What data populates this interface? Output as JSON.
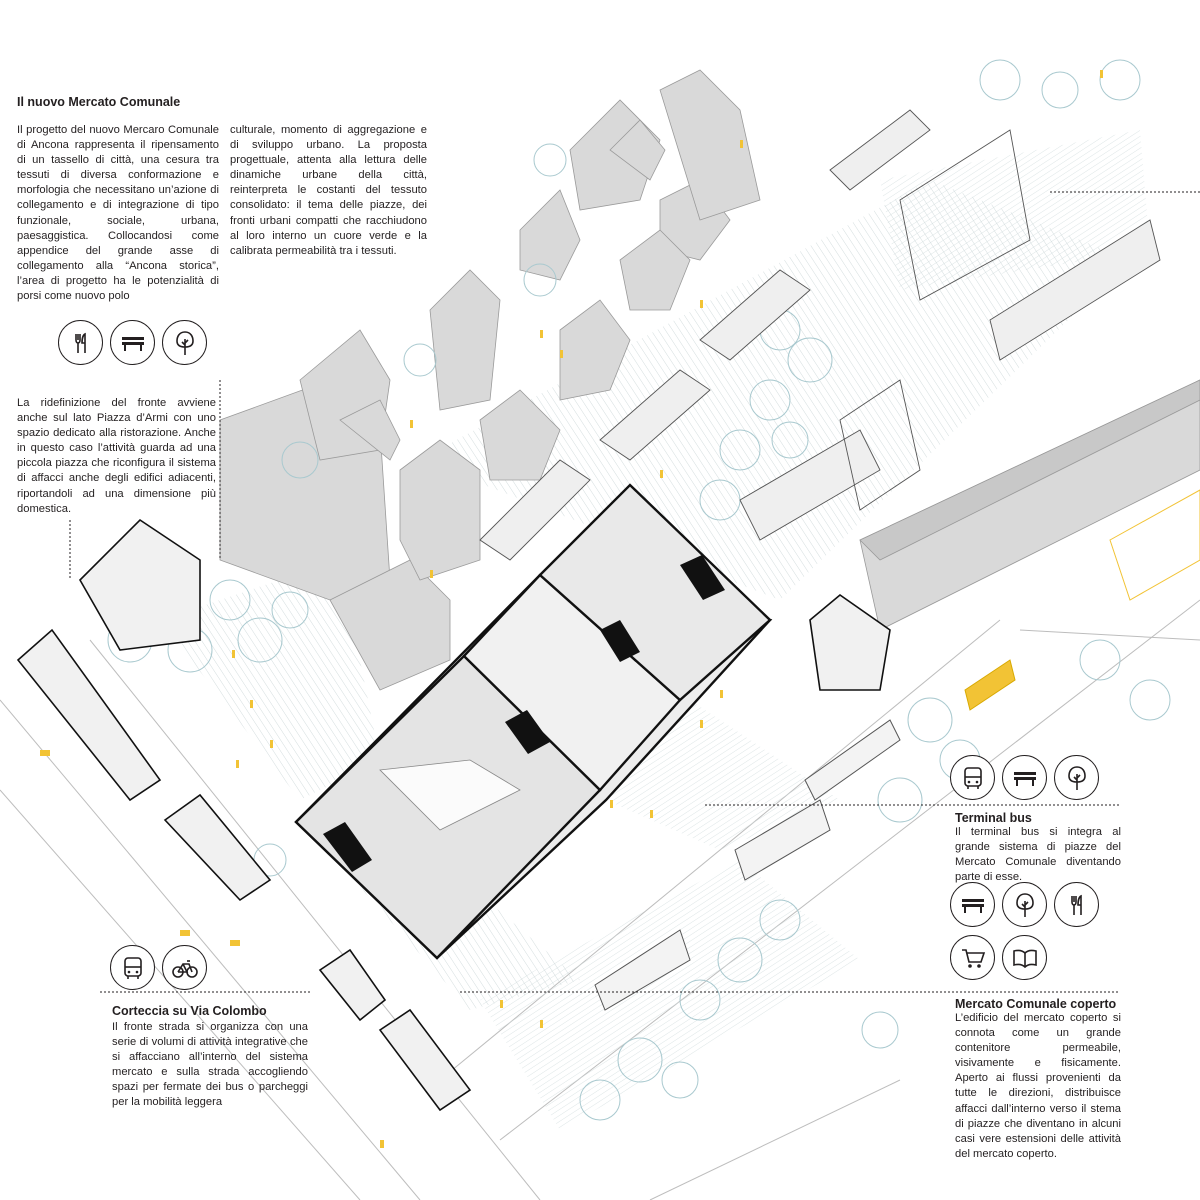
{
  "intro": {
    "title": "Il nuovo Mercato Comunale",
    "col1": "Il progetto del nuovo Mercaro Comunale di Ancona rappresenta il ripensamento di un tassello di città, una cesura tra tessuti di diversa conformazione e morfologia che necessitano un’azione di collegamento e di integrazione di tipo funzionale, sociale, urbana, paesaggistica. Collocandosi come appendice del grande asse di collegamento alla “Ancona storica”, l’area di progetto ha le potenzialità di porsi come nuovo polo",
    "col2": "culturale, momento di aggregazione e di sviluppo urbano. La proposta progettuale, attenta alla lettura delle dinamiche urbane della città, reinterpreta le costanti del tessuto consolidato: il tema delle piazze, dei fronti urbani compatti che racchiudono al loro interno un cuore verde e la calibrata permeabilità tra i tessuti."
  },
  "piazza_armi": {
    "icons": [
      "fork-knife-icon",
      "bench-icon",
      "tree-icon"
    ],
    "text": "La ridefinizione del fronte avviene anche sul lato Piazza d’Armi con uno spazio dedicato alla ristorazione. Anche in questo caso l’attività guarda ad una piccola piazza che riconfigura il sistema di affacci anche degli edifici adiacenti, riportandoli ad una dimensione più domestica."
  },
  "terminal_bus": {
    "icons": [
      "bus-icon",
      "bench-icon",
      "tree-icon"
    ],
    "title": "Terminal bus",
    "text": "Il terminal bus si integra al grande sistema di piazze del Mercato Comunale diventando parte di esse."
  },
  "mercato_coperto": {
    "icons": [
      "bench-icon",
      "tree-icon",
      "fork-knife-icon",
      "cart-icon",
      "book-icon"
    ],
    "title": "Mercato Comunale coperto",
    "text": "L’edificio del mercato coperto si connota come un grande contenitore permeabile, visivamente e fisicamente. Aperto ai flussi provenienti da tutte le direzioni, distribuisce affacci dall’interno verso il stema di piazze che diventano in alcuni casi vere estensioni delle attività del mercato coperto."
  },
  "via_colombo": {
    "icons": [
      "bus-icon",
      "bicycle-icon"
    ],
    "title": "Corteccia su Via Colombo",
    "text": "Il fronte strada si organizza con una serie di volumi di attività integrative che si affacciano all’interno del sistema mercato e sulla strada accogliendo spazi per fermate dei bus o parcheggi per la mobilità leggera"
  },
  "colors": {
    "ink": "#231f20",
    "accent": "#f2c335",
    "building": "#d9d9d9",
    "tree": "#a9c9cf",
    "core": "#111111"
  }
}
